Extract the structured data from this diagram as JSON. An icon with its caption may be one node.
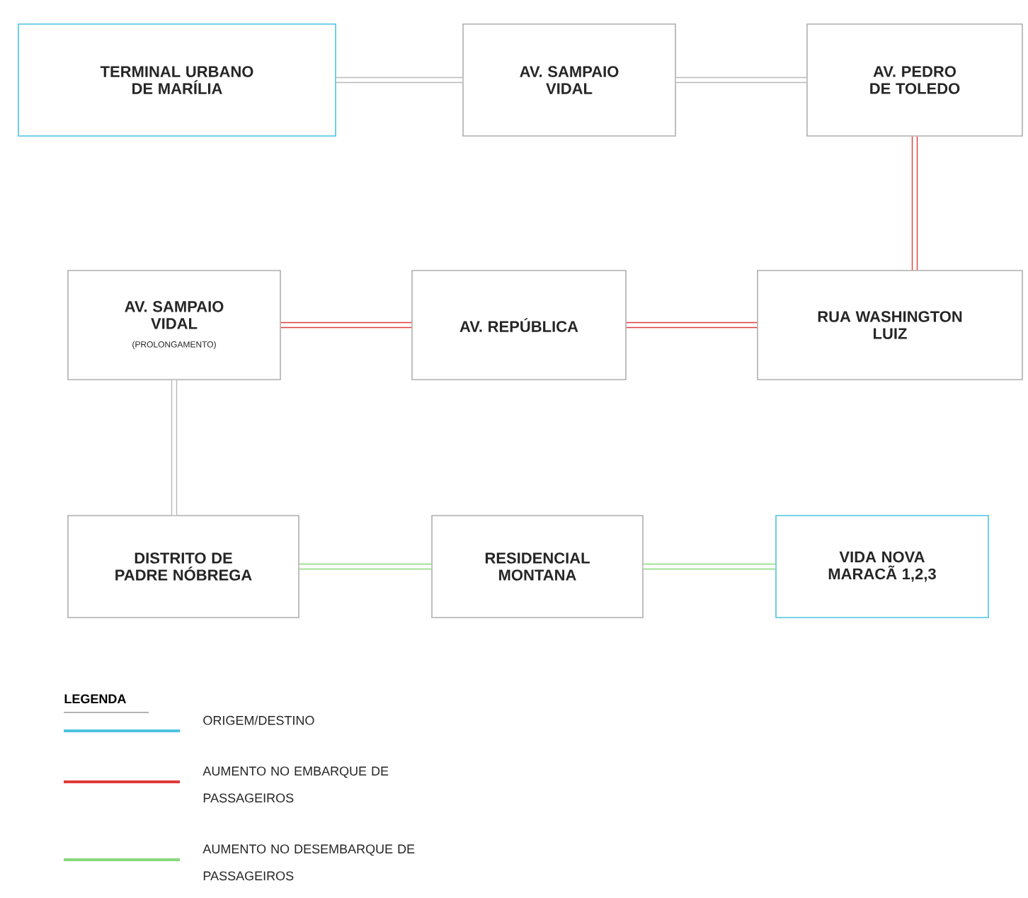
{
  "diagram": {
    "nodes": [
      {
        "text": [
          "TERMINAL URBANO DE MARÍLIA"
        ]
      },
      {
        "text": [
          "AV. SAMPAIO VIDAL"
        ]
      },
      {
        "text": [
          "AV. PEDRO DE TOLEDO"
        ]
      },
      {
        "text": [
          "AV. SAMPAIO VIDAL",
          "(PROLONGAMENTO)"
        ]
      },
      {
        "text": [
          "AV. REPÚBLICA"
        ]
      },
      {
        "text": [
          "RUA WASHINGTON LUIZ"
        ]
      },
      {
        "text": [
          "DISTRITO DE PADRE NÓBREGA"
        ]
      },
      {
        "text": [
          "RESIDENCIAL MONTANA"
        ]
      },
      {
        "text": [
          "VIDA NOVA MARACÃ 1,2,3"
        ]
      }
    ],
    "edges": [
      {
        "from": 0,
        "to": 1,
        "arrow": "none"
      },
      {
        "from": 1,
        "to": 2,
        "arrow": "none"
      },
      {
        "from": 2,
        "to": 5,
        "arrow": "none",
        "color": "#e03a3a"
      },
      {
        "from": 5,
        "to": 4,
        "arrow": "none",
        "color": "#e03a3a"
      },
      {
        "from": 4,
        "to": 3,
        "arrow": "none",
        "color": "#e03a3a"
      },
      {
        "from": 3,
        "to": 6,
        "arrow": "none"
      },
      {
        "from": 6,
        "to": 7,
        "arrow": "none",
        "color": "#86d97a"
      },
      {
        "from": 7,
        "to": 8,
        "arrow": "none",
        "color": "#86d97a"
      }
    ],
    "labels": [
      "LEGENDA"
    ],
    "legend": [
      {
        "text": "ORIGEM/DESTINO",
        "color": "#4cc3e0"
      },
      {
        "text": "AUMENTO NO EMBARQUE DE PASSAGEIROS",
        "color": "#e03a3a"
      },
      {
        "text": "AUMENTO NO DESEMBARQUE DE PASSAGEIROS",
        "color": "#86d97a"
      }
    ]
  }
}
